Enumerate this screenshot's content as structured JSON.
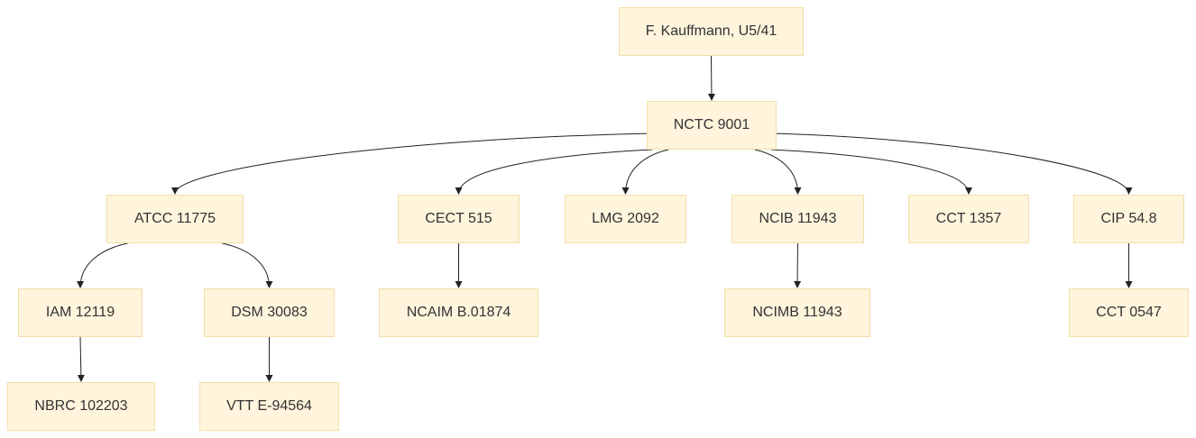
{
  "diagram": {
    "type": "tree",
    "colors": {
      "node_fill": "#fff4dc",
      "node_border": "#f3dfa9",
      "edge": "#222222",
      "text": "#333333"
    },
    "nodes": {
      "kauffmann": "F. Kauffmann, U5/41",
      "nctc": "NCTC 9001",
      "atcc": "ATCC 11775",
      "cect515": "CECT 515",
      "lmg": "LMG 2092",
      "ncib": "NCIB 11943",
      "cct1357": "CCT 1357",
      "cip": "CIP 54.8",
      "iam": "IAM 12119",
      "dsm": "DSM 30083",
      "ncaim": "NCAIM B.01874",
      "ncimb": "NCIMB 11943",
      "cct0547": "CCT 0547",
      "nbrc": "NBRC 102203",
      "vtt": "VTT E-94564"
    },
    "edges": [
      [
        "kauffmann",
        "nctc"
      ],
      [
        "nctc",
        "atcc"
      ],
      [
        "nctc",
        "cect515"
      ],
      [
        "nctc",
        "lmg"
      ],
      [
        "nctc",
        "ncib"
      ],
      [
        "nctc",
        "cct1357"
      ],
      [
        "nctc",
        "cip"
      ],
      [
        "atcc",
        "iam"
      ],
      [
        "atcc",
        "dsm"
      ],
      [
        "cect515",
        "ncaim"
      ],
      [
        "ncib",
        "ncimb"
      ],
      [
        "cip",
        "cct0547"
      ],
      [
        "iam",
        "nbrc"
      ],
      [
        "dsm",
        "vtt"
      ]
    ]
  }
}
